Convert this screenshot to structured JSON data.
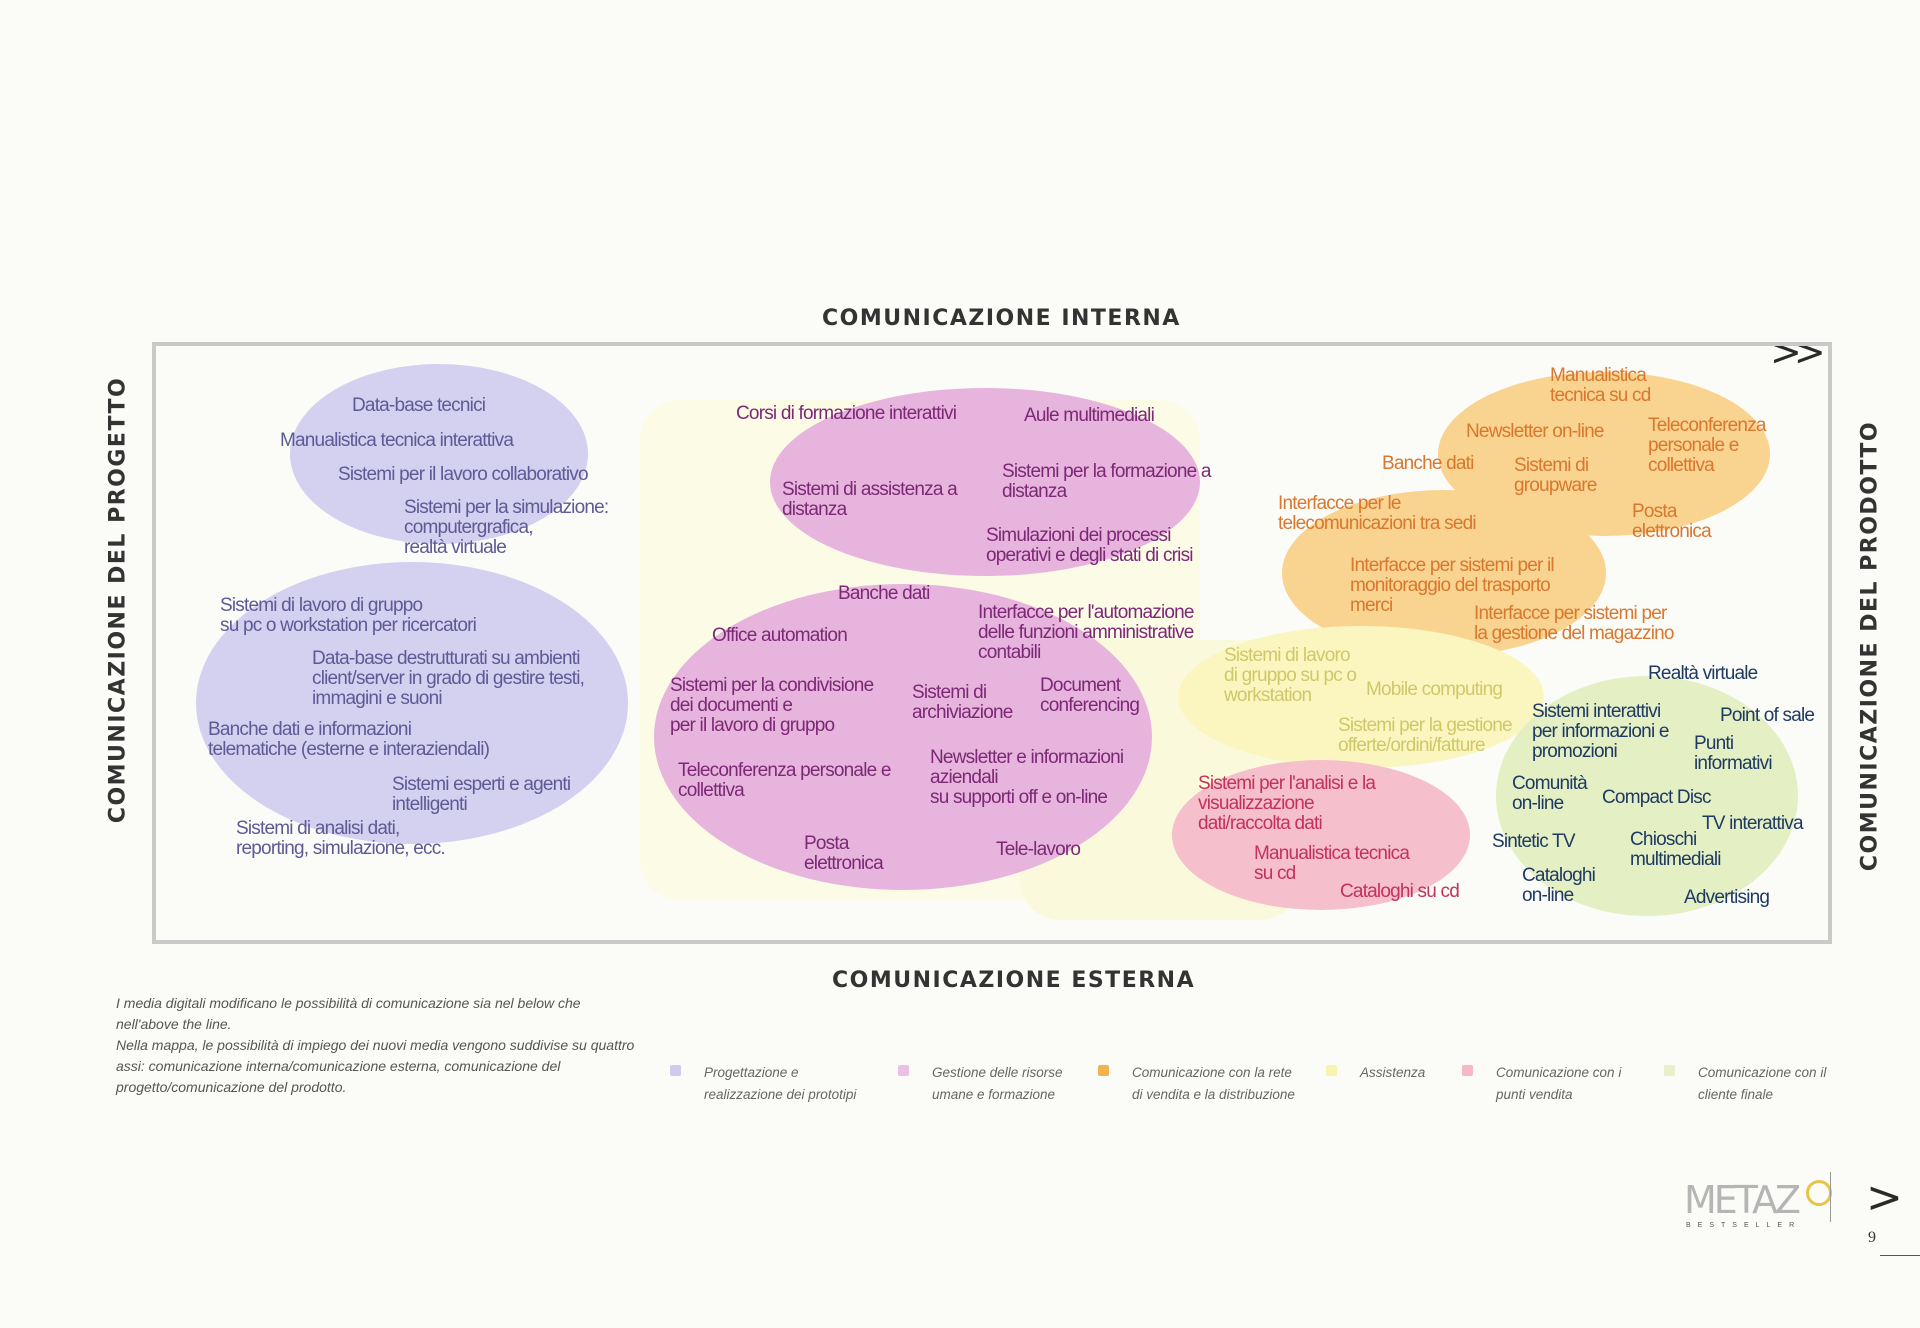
{
  "axes": {
    "top": "COMUNICAZIONE INTERNA",
    "bottom": "COMUNICAZIONE ESTERNA",
    "left": "COMUNICAZIONE DEL PROGETTO",
    "right": "COMUNICAZIONE DEL PRODOTTO"
  },
  "top_arrow": ">>",
  "colors": {
    "purple": "#cfcbed",
    "pink": "#e6b4dc",
    "orange": "#f9d390",
    "yellow": "#fbf6bf",
    "red": "#f5bfcb",
    "green": "#e4efc4"
  },
  "clusters": {
    "progetto": [
      "Data-base tecnici",
      "Manualistica tecnica interattiva",
      "Sistemi per il lavoro collaborativo",
      "Sistemi per la simulazione:\ncomputergrafica,\nrealtà virtuale",
      "Sistemi di lavoro di gruppo\nsu pc o workstation per ricercatori",
      "Data-base destrutturati su ambienti\nclient/server in grado di gestire testi,\nimmagini e suoni",
      "Banche dati e informazioni\ntelematiche (esterne e interaziendali)",
      "Sistemi esperti e agenti\nintelligenti",
      "Sistemi di analisi dati,\nreporting, simulazione, ecc."
    ],
    "risorse": [
      "Corsi di formazione interattivi",
      "Aule multimediali",
      "Sistemi di assistenza a\ndistanza",
      "Sistemi per la formazione a\ndistanza",
      "Simulazioni dei processi\noperativi e degli stati di crisi",
      "Banche dati",
      "Office automation",
      "Interfacce per l'automazione\ndelle funzioni amministrative\ncontabili",
      "Sistemi per la condivisione\ndei documenti e\nper il lavoro di gruppo",
      "Sistemi di\narchiviazione",
      "Document\nconferencing",
      "Teleconferenza personale e\ncollettiva",
      "Newsletter e informazioni\naziendali\nsu supporti off e on-line",
      "Posta\nelettronica",
      "Tele-lavoro"
    ],
    "rete": [
      "Manualistica\ntecnica su cd",
      "Newsletter on-line",
      "Teleconferenza\npersonale e\ncollettiva",
      "Banche dati",
      "Sistemi di\ngroupware",
      "Interfacce per le\ntelecomunicazioni tra sedi",
      "Posta\nelettronica",
      "Interfacce per sistemi per il\nmonitoraggio del trasporto\nmerci",
      "Interfacce per sistemi per\nla gestione del magazzino"
    ],
    "assistenza": [
      "Sistemi di lavoro\ndi gruppo su pc o\nworkstation",
      "Mobile computing",
      "Sistemi per la gestione\nofferte/ordini/fatture"
    ],
    "punti_vendita": [
      "Sistemi per l'analisi e la\nvisualizzazione\ndati/raccolta dati",
      "Manualistica tecnica\nsu cd",
      "Cataloghi su cd"
    ],
    "cliente": [
      "Realtà virtuale",
      "Sistemi interattivi\nper informazioni e\npromozioni",
      "Point of sale",
      "Punti\ninformativi",
      "Comunità\non-line",
      "Compact Disc",
      "TV interattiva",
      "Sintetic TV",
      "Chioschi\nmultimediali",
      "Cataloghi\non-line",
      "Advertising"
    ]
  },
  "caption": "I media digitali modificano le possibilità di comunicazione sia nel below che nell'above the line.\nNella mappa, le possibilità di impiego dei nuovi media vengono suddivise su quattro assi: comunicazione interna/comunicazione esterna, comunicazione del progetto/comunicazione del prodotto.",
  "legend": [
    {
      "label": "Progettazione e\nrealizzazione dei prototipi",
      "color": "#cfcbed"
    },
    {
      "label": "Gestione delle risorse\numane e formazione",
      "color": "#ecc0e2"
    },
    {
      "label": "Comunicazione con la rete\ndi vendita e la distribuzione",
      "color": "#f2b24f"
    },
    {
      "label": "Assistenza",
      "color": "#faf3b0"
    },
    {
      "label": "Comunicazione con i\npunti vendita",
      "color": "#f5b8c4"
    },
    {
      "label": "Comunicazione con il\ncliente finale",
      "color": "#e9efc9"
    }
  ],
  "logo": {
    "text": "METAZ",
    "subtitle": "BESTSELLER"
  },
  "page": {
    "number": "9",
    "next_arrow": ">"
  }
}
